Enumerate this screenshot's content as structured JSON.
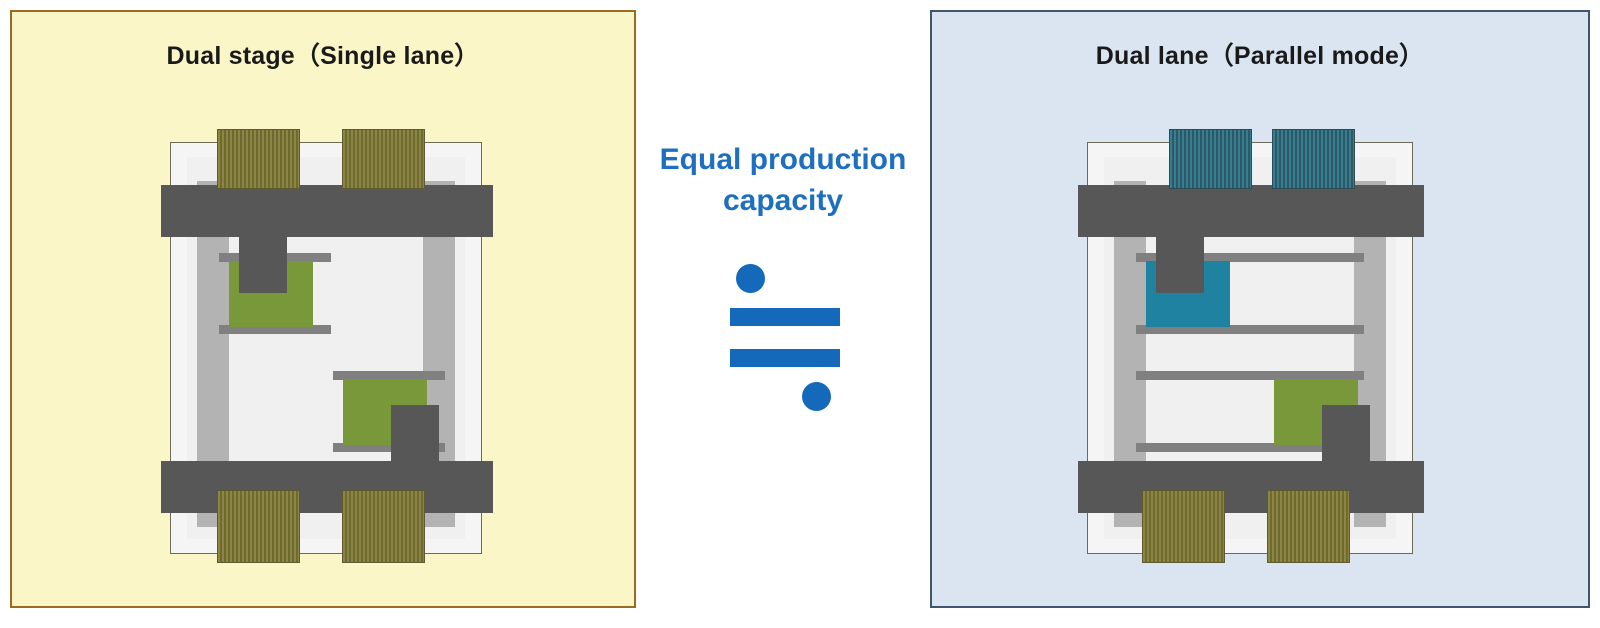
{
  "panels": {
    "left": {
      "title": "Dual stage（Single lane）",
      "bg_color": "#fbf6c8",
      "border_color": "#9d6b1f",
      "stage_blocks_color": "olive",
      "carriage_color": "#78983a",
      "lane_mode": "single-lane",
      "rail_style": "half-width-offset"
    },
    "right": {
      "title": "Dual lane（Parallel mode）",
      "bg_color": "#dae5f1",
      "border_color": "#41566e",
      "stage_blocks_color": "teal-and-olive",
      "carriage_color_top": "#1f82a0",
      "carriage_color_bottom": "#78983a",
      "lane_mode": "dual-lane",
      "rail_style": "full-width-parallel"
    }
  },
  "center": {
    "line1": "Equal production",
    "line2": "capacity",
    "symbol": "equals-sign",
    "text_color": "#1f6fc0",
    "symbol_color": "#1469ba"
  },
  "machine_parts": {
    "beam_color": "#575757",
    "pillar_color": "#b3b3b3",
    "rail_color": "#808080",
    "body_color": "#f5f5f5",
    "frame_border_color": "#6b6b58"
  }
}
